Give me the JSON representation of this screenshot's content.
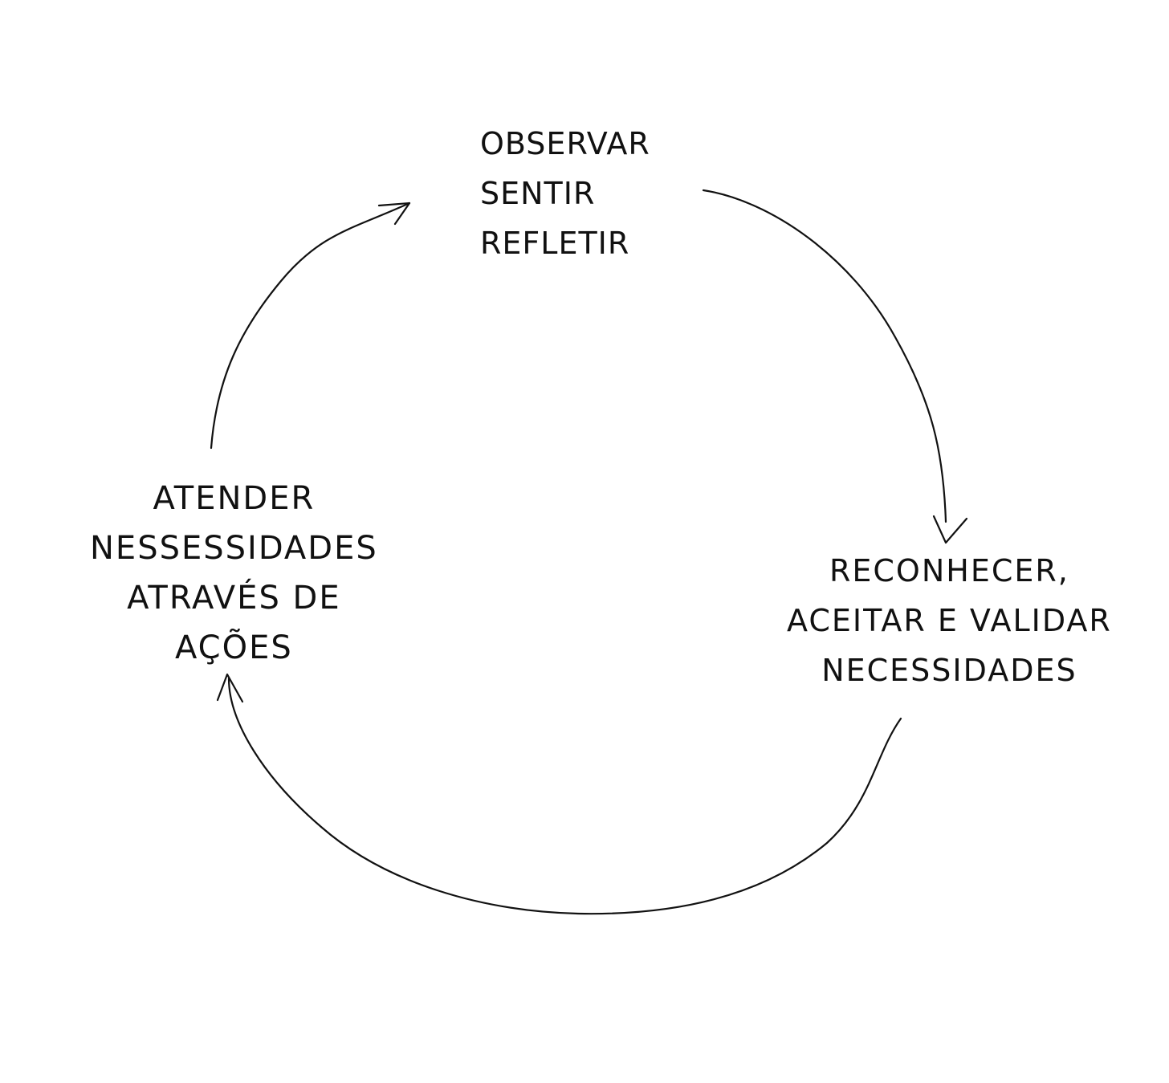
{
  "cycle": {
    "stages": [
      {
        "id": "observe",
        "lines": [
          "OBSERVAR",
          "SENTIR",
          "REFLETIR"
        ]
      },
      {
        "id": "recognize",
        "lines": [
          "RECONHECER,",
          "ACEITAR E VALIDAR",
          "NECESSIDADES"
        ]
      },
      {
        "id": "attend",
        "lines": [
          "ATENDER",
          "NESSESSIDADES",
          "ATRAVÉS DE",
          "AÇÕES"
        ]
      }
    ],
    "stroke_color": "#111111"
  }
}
